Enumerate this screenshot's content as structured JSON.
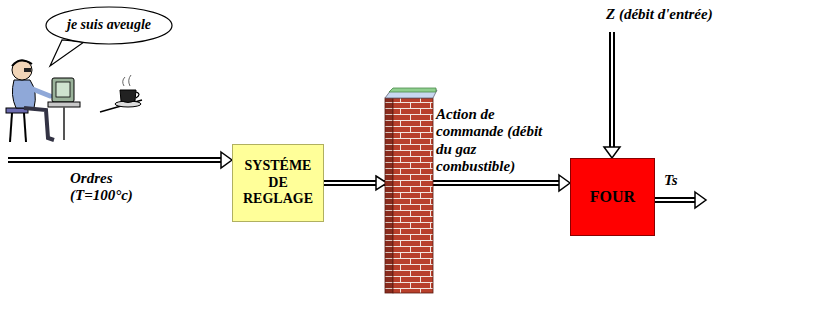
{
  "diagram": {
    "nodes": [
      {
        "text": [
          "je suis aveugle"
        ]
      },
      {
        "text": [
          "SYSTÉME DE REGLAGE"
        ]
      },
      {
        "text": [
          "FOUR"
        ]
      }
    ],
    "edges": [
      {
        "from": 1,
        "to": 2,
        "arrow": "to"
      }
    ],
    "labels": [
      "Ordres (T=100°c)",
      "Action de commande (débit du gaz combustible)",
      "Z (débit d'entrée)",
      "Ts"
    ]
  }
}
